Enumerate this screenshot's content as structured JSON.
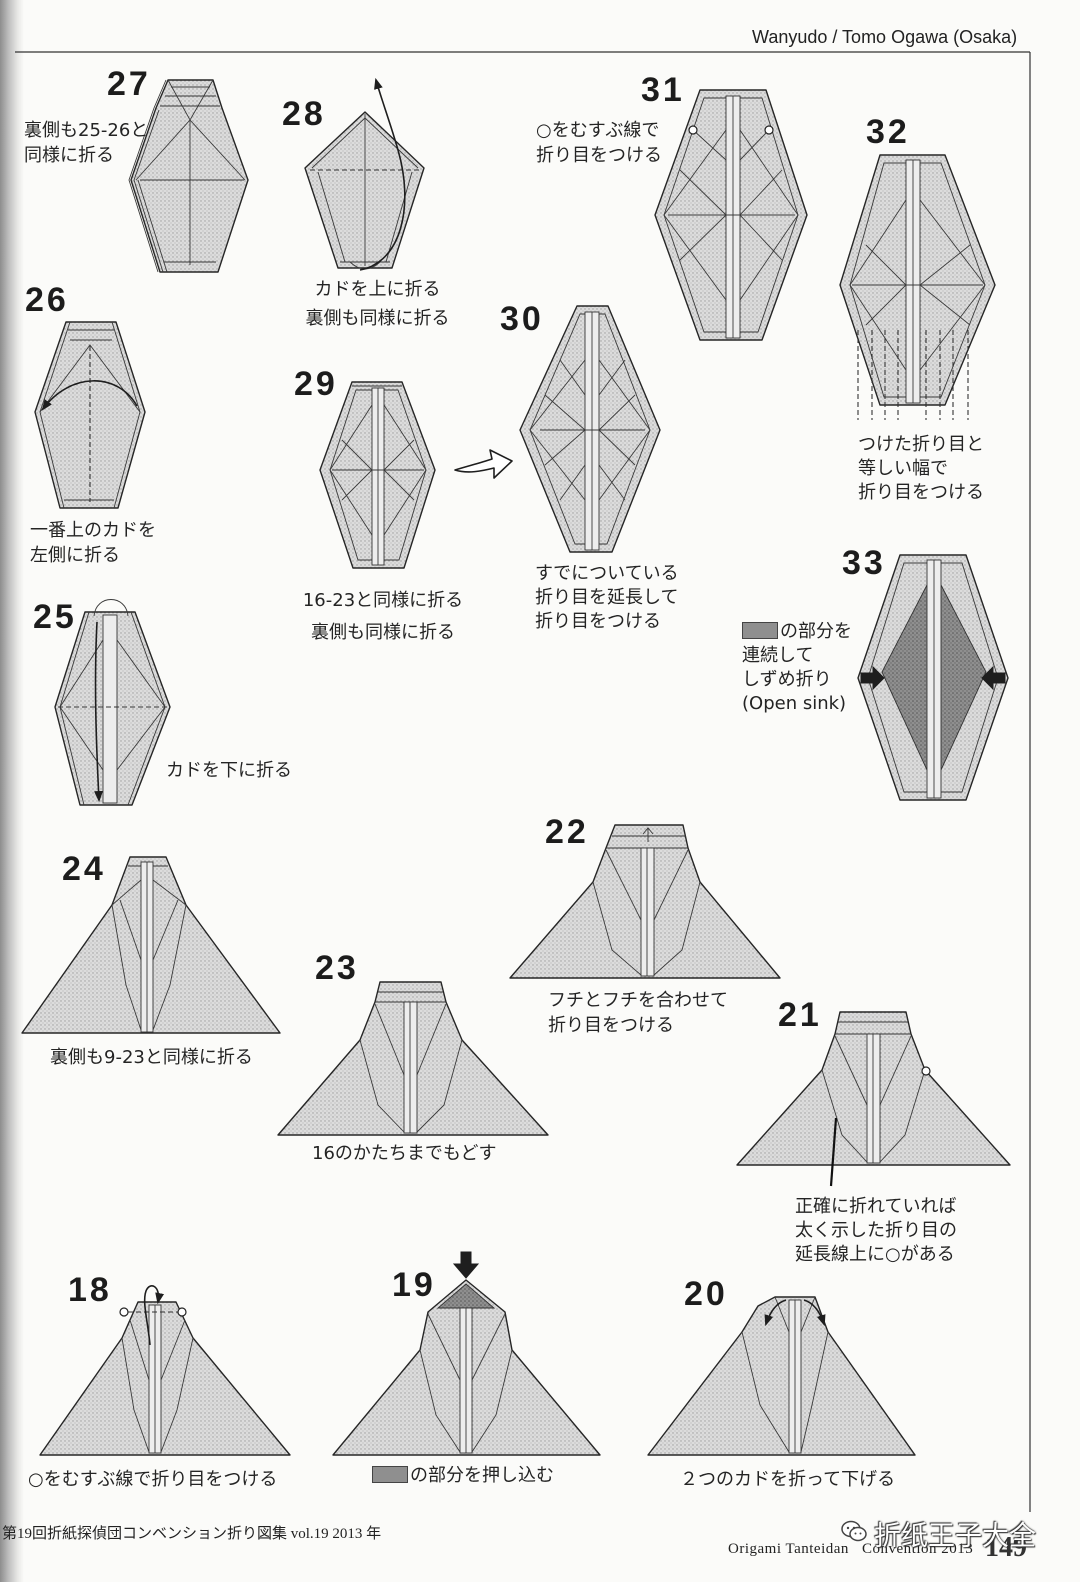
{
  "header": {
    "credit": "Wanyudo / Tomo Ogawa (Osaka)"
  },
  "colors": {
    "ink": "#222222",
    "paper": "#fbfbf9",
    "fold": "#d9d9d9",
    "sink": "#8f8f8f"
  },
  "steps": {
    "s27": {
      "number": "27",
      "caption": [
        "裏側も25-26と",
        "同様に折る"
      ]
    },
    "s28": {
      "number": "28",
      "caption": [
        "カドを上に折る",
        "裏側も同様に折る"
      ]
    },
    "s26": {
      "number": "26",
      "caption": [
        "一番上のカドを",
        "左側に折る"
      ]
    },
    "s29": {
      "number": "29",
      "caption": [
        "16-23と同様に折る",
        "裏側も同様に折る"
      ]
    },
    "s30": {
      "number": "30",
      "caption": [
        "すでについている",
        "折り目を延長して",
        "折り目をつける"
      ]
    },
    "s31": {
      "number": "31",
      "caption": [
        "○をむすぶ線で",
        "折り目をつける"
      ]
    },
    "s32": {
      "number": "32",
      "caption": [
        "つけた折り目と",
        "等しい幅で",
        "折り目をつける"
      ]
    },
    "s25": {
      "number": "25",
      "caption": [
        "カドを下に折る"
      ]
    },
    "s33": {
      "number": "33",
      "caption": [
        "の部分を",
        "連続して",
        "しずめ折り",
        "(Open sink)"
      ]
    },
    "s24": {
      "number": "24",
      "caption": [
        "裏側も9-23と同様に折る"
      ]
    },
    "s22": {
      "number": "22",
      "caption": [
        "フチとフチを合わせて",
        "折り目をつける"
      ]
    },
    "s23": {
      "number": "23",
      "caption": [
        "16のかたちまでもどす"
      ]
    },
    "s21": {
      "number": "21",
      "caption": [
        "正確に折れていれば",
        "太く示した折り目の",
        "延長線上に○がある"
      ]
    },
    "s18": {
      "number": "18",
      "caption": [
        "○をむすぶ線で折り目をつける"
      ]
    },
    "s19": {
      "number": "19",
      "caption": [
        "の部分を押し込む"
      ]
    },
    "s20": {
      "number": "20",
      "caption": [
        "２つのカドを折って下げる"
      ]
    }
  },
  "footer": {
    "left": "第19回折紙探偵団コンベンション折り図集 vol.19 2013 年",
    "right_a": "Origami Tanteidan",
    "right_b": "Convention 2013",
    "page": "149",
    "watermark": "折纸王子大全",
    "watermark_icon": "wechat-icon"
  }
}
